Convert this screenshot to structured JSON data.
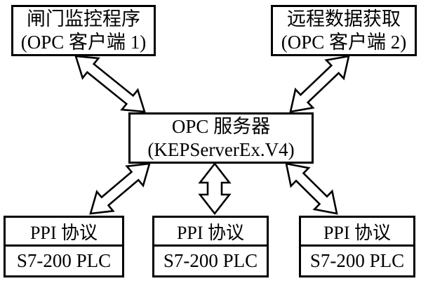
{
  "diagram": {
    "title": "OPC server communication architecture",
    "colors": {
      "background": "#ffffff",
      "line": "#000000",
      "box_fill": "#ffffff",
      "text": "#000000"
    },
    "nodes": {
      "client1": {
        "lines": [
          "闸门监控程序",
          "(OPC 客户端 1)"
        ]
      },
      "client2": {
        "lines": [
          "远程数据获取",
          "(OPC 客户端 2)"
        ]
      },
      "server": {
        "lines": [
          "OPC 服务器",
          "(KEPServerEx.V4)"
        ]
      },
      "plc1": {
        "protocol": "PPI 协议",
        "device": "S7-200 PLC"
      },
      "plc2": {
        "protocol": "PPI 协议",
        "device": "S7-200 PLC"
      },
      "plc3": {
        "protocol": "PPI 协议",
        "device": "S7-200 PLC"
      }
    },
    "edges": [
      {
        "from": "client1",
        "to": "server",
        "style": "hollow-double-headed-arrow"
      },
      {
        "from": "client2",
        "to": "server",
        "style": "hollow-double-headed-arrow"
      },
      {
        "from": "server",
        "to": "plc1",
        "style": "hollow-double-headed-arrow"
      },
      {
        "from": "server",
        "to": "plc2",
        "style": "hollow-double-headed-arrow"
      },
      {
        "from": "server",
        "to": "plc3",
        "style": "hollow-double-headed-arrow"
      }
    ]
  }
}
